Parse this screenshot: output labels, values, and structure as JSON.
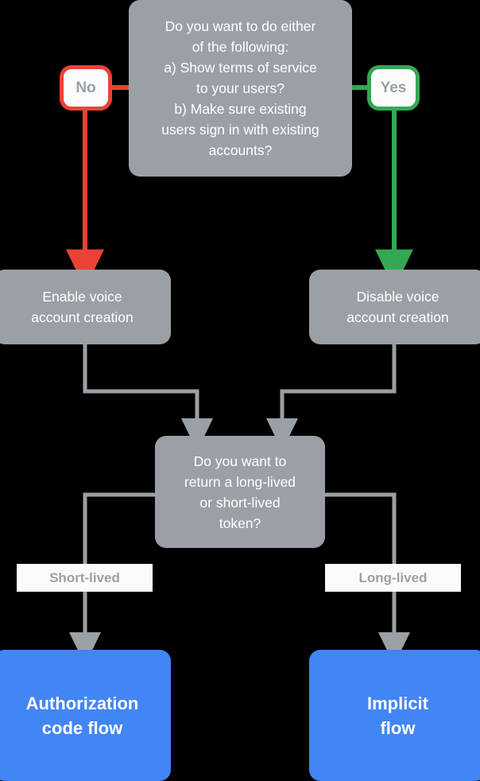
{
  "diagram": {
    "title": "Account linking flow decision chart",
    "background_color": "#000000",
    "colors": {
      "node_gray": "#9aa0a6",
      "node_blue": "#4285f4",
      "connector_gray": "#9aa0a6",
      "no_red": "#ea4335",
      "yes_green": "#34a853",
      "badge_fill": "#fbfbfb",
      "text_white": "#ffffff",
      "label_text": "#9aa0a6"
    },
    "nodes": {
      "top_question": "Do you want to do either\nof the following:\na) Show terms of service\nto your users?\nb) Make sure existing\nusers sign in with existing\naccounts?",
      "enable_voice": "Enable voice\naccount creation",
      "disable_voice": "Disable voice\naccount creation",
      "token_question": "Do you want to\nreturn a long-lived\nor short-lived\ntoken?",
      "auth_code_flow": "Authorization\ncode flow",
      "implicit_flow": "Implicit\nflow"
    },
    "badges": {
      "no": "No",
      "yes": "Yes"
    },
    "edge_labels": {
      "short_lived": "Short-lived",
      "long_lived": "Long-lived"
    }
  }
}
